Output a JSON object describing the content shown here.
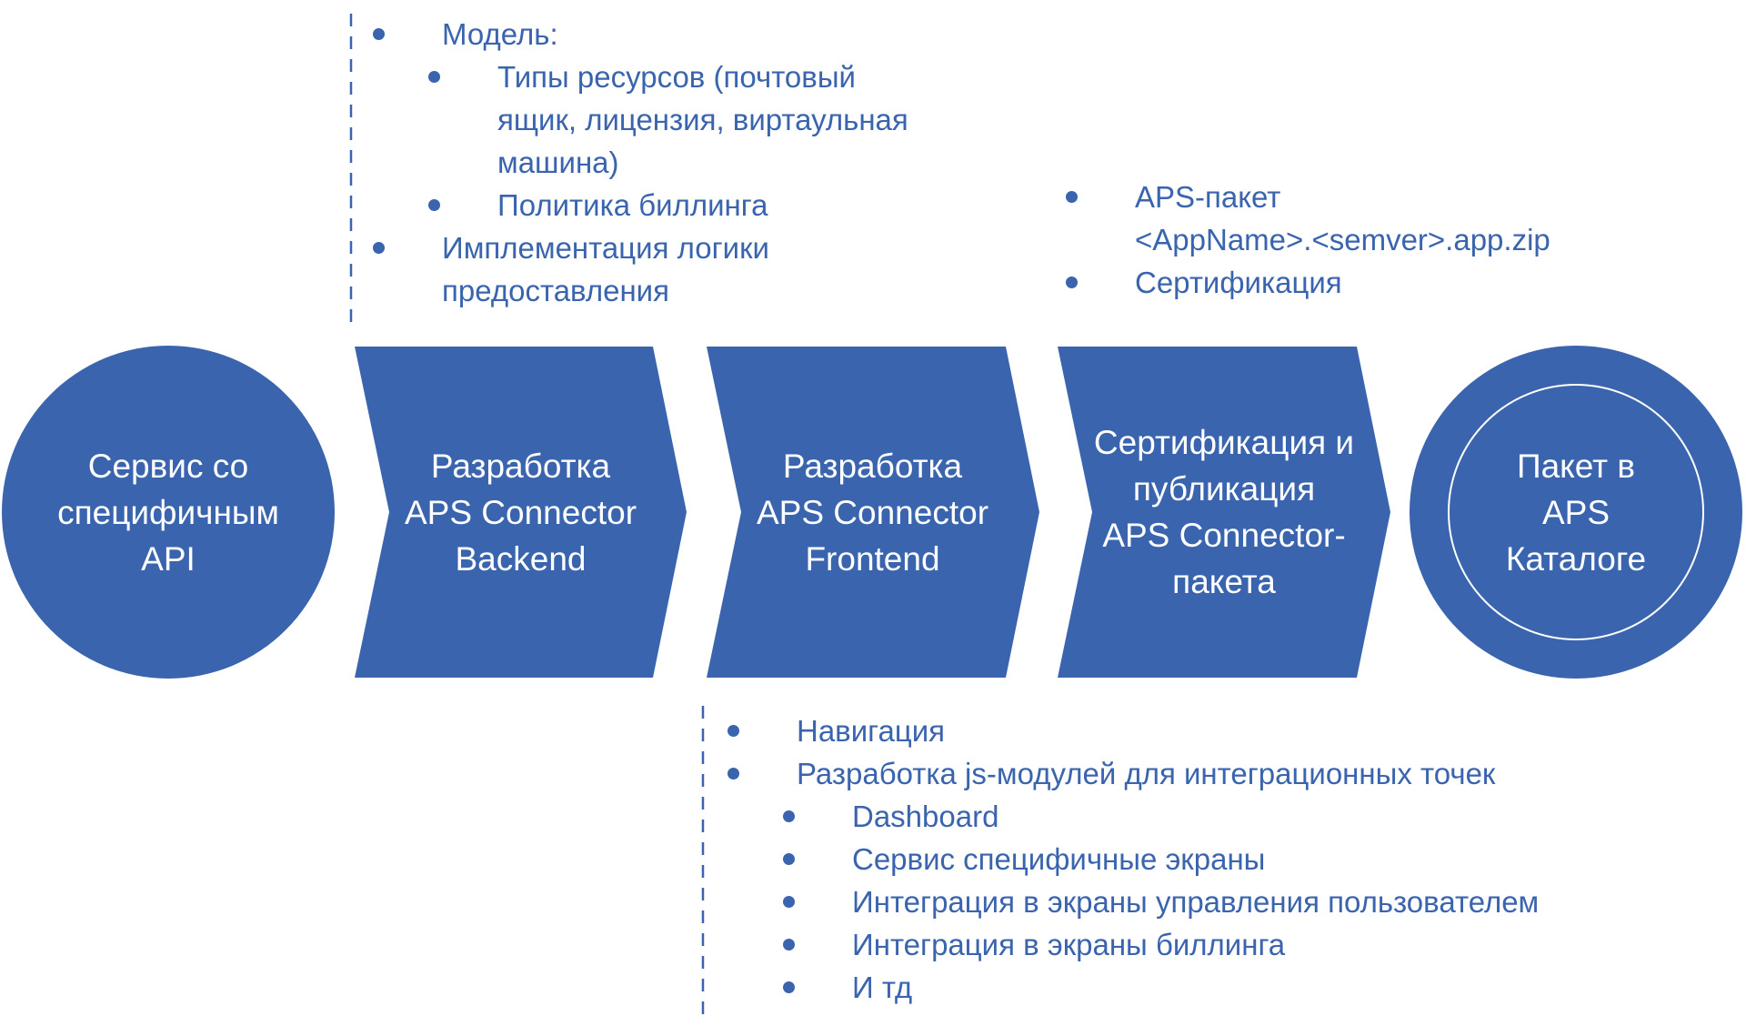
{
  "colors": {
    "shape_fill": "#3a64ad",
    "shape_text": "#ffffff",
    "bullet_text": "#3a64ad",
    "dashed_line": "#3a64ad",
    "background": "#ffffff"
  },
  "flow": {
    "steps": [
      {
        "type": "circle",
        "label": "Сервис со\nспецифичным\nAPI"
      },
      {
        "type": "chevron",
        "label": "Разработка\nAPS Connector\nBackend"
      },
      {
        "type": "chevron",
        "label": "Разработка\nAPS Connector\nFrontend"
      },
      {
        "type": "chevron",
        "label": "Сертификация и\nпубликация\nAPS Connector-\nпакета"
      },
      {
        "type": "ring-circle",
        "label": "Пакет в\nAPS\nКаталоге"
      }
    ]
  },
  "notes": {
    "backend": {
      "items": [
        {
          "level": 1,
          "text": "Модель:"
        },
        {
          "level": 2,
          "text": "Типы ресурсов (почтовый"
        },
        {
          "level": 2,
          "continuation": true,
          "text": "ящик, лицензия, виртаульная"
        },
        {
          "level": 2,
          "continuation": true,
          "text": "машина)"
        },
        {
          "level": 2,
          "text": "Политика биллинга"
        },
        {
          "level": 1,
          "text": "Имплементация логики"
        },
        {
          "level": 1,
          "continuation": true,
          "text": "предоставления"
        }
      ]
    },
    "certification": {
      "items": [
        {
          "level": 1,
          "text": "APS-пакет"
        },
        {
          "level": 1,
          "continuation": true,
          "text": "<AppName>.<semver>.app.zip"
        },
        {
          "level": 1,
          "text": "Сертификация"
        }
      ]
    },
    "frontend": {
      "items": [
        {
          "level": 1,
          "text": "Навигация"
        },
        {
          "level": 1,
          "text": "Разработка js-модулей для интеграционных точек"
        },
        {
          "level": 2,
          "text": "Dashboard"
        },
        {
          "level": 2,
          "text": "Сервис специфичные экраны"
        },
        {
          "level": 2,
          "text": "Интеграция в экраны управления пользователем"
        },
        {
          "level": 2,
          "text": "Интеграция в экраны биллинга"
        },
        {
          "level": 2,
          "text": "И тд"
        }
      ]
    }
  }
}
